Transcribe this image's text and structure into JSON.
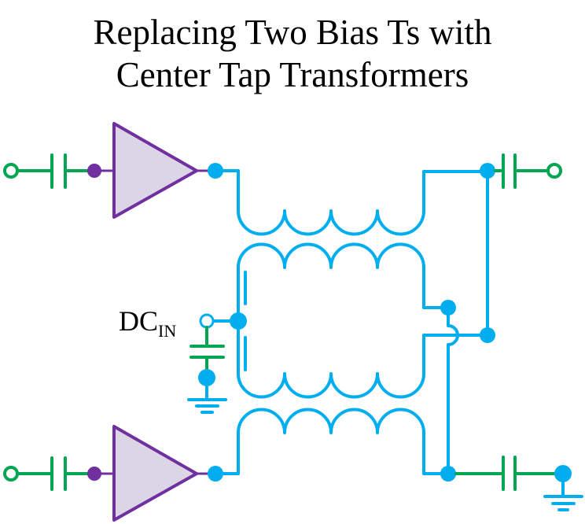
{
  "title": {
    "line1": "Replacing Two Bias Ts with",
    "line2": "Center Tap Transformers"
  },
  "labels": {
    "dc_main": "DC",
    "dc_sub": "IN"
  },
  "colors": {
    "wire_blue": "#00AEEF",
    "capacitor_green": "#00A651",
    "amplifier_purple": "#7030A0",
    "amplifier_fill": "#DCD5E6",
    "text": "#000000"
  },
  "components": {
    "amplifiers": [
      "amplifier-top",
      "amplifier-bottom"
    ],
    "capacitors": [
      "input-cap-top",
      "input-cap-bottom",
      "output-cap-top",
      "output-cap-bottom",
      "dc-bypass-cap"
    ],
    "transformers": [
      "center-tap-transformer-top",
      "center-tap-transformer-bottom"
    ],
    "grounds": [
      "dc-bypass-ground",
      "output-bottom-ground"
    ],
    "ports": [
      "input-port-top",
      "input-port-bottom",
      "output-port-top",
      "dc-in-port"
    ]
  }
}
